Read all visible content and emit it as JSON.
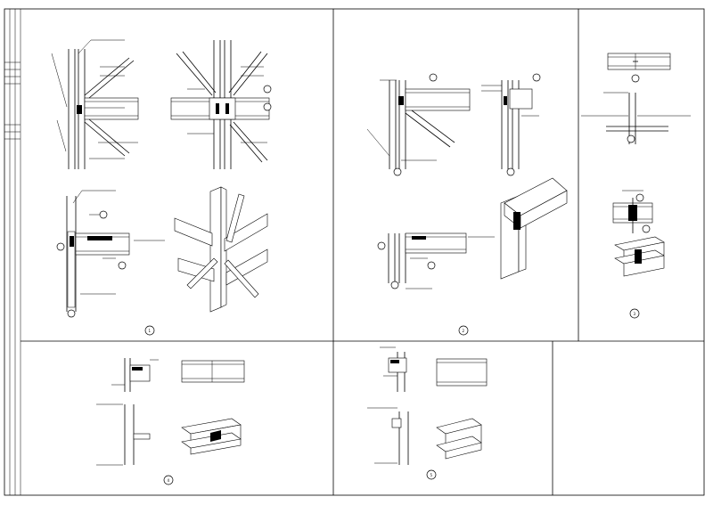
{
  "drawing": {
    "line_color": "#000000",
    "background_color": "#ffffff",
    "detail_markers": [
      "1",
      "2",
      "3",
      "4",
      "5"
    ],
    "panels": [
      {
        "id": "panel-1",
        "views": [
          "elevation",
          "elevation",
          "section",
          "isometric"
        ]
      },
      {
        "id": "panel-2",
        "views": [
          "elevation",
          "elevation",
          "section",
          "isometric"
        ]
      },
      {
        "id": "panel-3",
        "views": [
          "plan",
          "plan",
          "elevation",
          "isometric"
        ]
      },
      {
        "id": "panel-4",
        "views": [
          "elevation",
          "plan",
          "elevation",
          "isometric"
        ]
      },
      {
        "id": "panel-5",
        "views": [
          "elevation",
          "plan",
          "elevation",
          "isometric"
        ]
      }
    ]
  }
}
